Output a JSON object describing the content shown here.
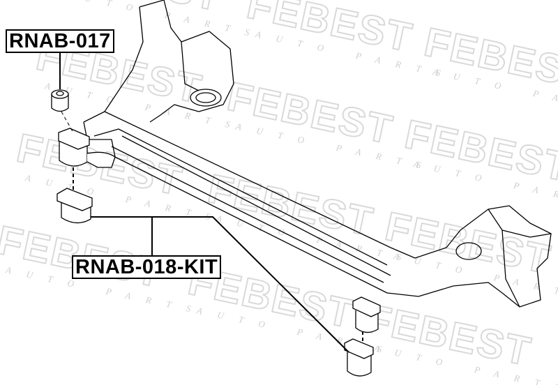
{
  "labels": {
    "part_1": "RNAB-017",
    "part_2": "RNAB-018-KIT"
  },
  "watermark": {
    "brand": "FEBEST",
    "tagline": "AUTO PARTS"
  },
  "colors": {
    "line": "#000000",
    "watermark": "#d9d9d9"
  }
}
